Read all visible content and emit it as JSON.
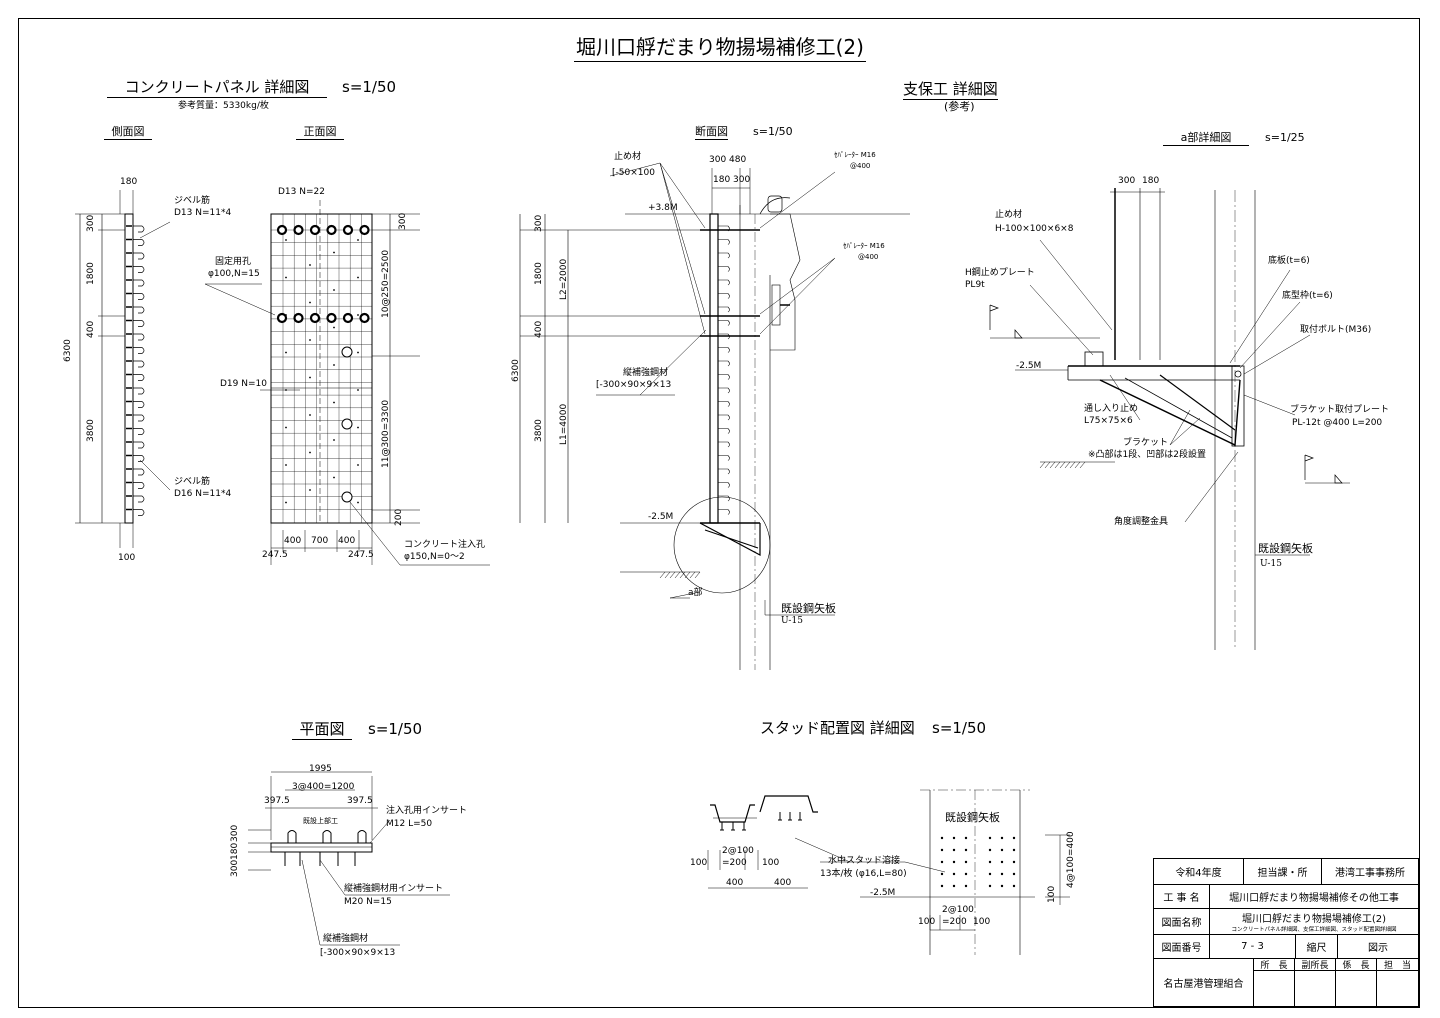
{
  "title": "堀川口艀だまり物揚場補修工(2)",
  "panel": {
    "heading": "コンクリートパネル 詳細図",
    "scale": "s=1/50",
    "mass": "参考質量：5330kg/枚",
    "side_view": "側面図",
    "front_view": "正面図",
    "labels": {
      "d180": "180",
      "d100": "100",
      "jibel_top": "ジベル筋",
      "jibel_top_spec": "D13 N=11*4",
      "jibel_bot": "ジベル筋",
      "jibel_bot_spec": "D16 N=11*4",
      "fix_hole": "固定用孔",
      "fix_hole_spec": "φ100,N=15",
      "d13": "D13 N=22",
      "d19": "D19 N=10",
      "inject": "コンクリート注入孔",
      "inject_spec": "φ150,N=0～2",
      "h6300": "6300",
      "h300": "300",
      "h1800": "1800",
      "h400": "400",
      "h3800": "3800",
      "r300": "300",
      "r2500": "10@250=2500",
      "r3300": "11@300=3300",
      "r200": "200",
      "b400a": "400",
      "b700": "700",
      "b400b": "400",
      "b247a": "247.5",
      "b247b": "247.5"
    }
  },
  "support": {
    "heading": "支保工 詳細図",
    "ref": "(参考)",
    "section": "断面図",
    "section_scale": "s=1/50",
    "labels": {
      "stopper": "止め材",
      "stopper_spec": "[-50×100",
      "d300": "300",
      "d480": "480",
      "d180": "180",
      "d300b": "300",
      "sep1": "ｾﾊﾟﾚｰﾀｰ M16",
      "sep1_pitch": "@400",
      "sep2": "ｾﾊﾟﾚｰﾀｰ M16",
      "sep2_pitch": "@400",
      "lvl_top": "+3.8M",
      "lvl_bot": "-2.5M",
      "rib": "縦補強鋼材",
      "rib_spec": "[-300×90×9×13",
      "h6300": "6300",
      "h300": "300",
      "h1800": "1800",
      "h400": "400",
      "h3800": "3800",
      "l2": "L2=2000",
      "l1": "L1=4000",
      "a_part": "a部",
      "sheet": "既設鋼矢板",
      "sheet_spec": "U-15"
    }
  },
  "a_detail": {
    "heading": "a部詳細図",
    "scale": "s=1/25",
    "labels": {
      "d300": "300",
      "d180": "180",
      "stopper": "止め材",
      "stopper_spec": "H-100×100×6×8",
      "hplate": "H鋼止めプレート",
      "hplate_spec": "PL9t",
      "bottom_plate": "底板(t=6)",
      "bottom_frame": "底型枠(t=6)",
      "bolt": "取付ボルト(M36)",
      "lvl": "-2.5M",
      "angle": "通し入り止め",
      "angle_spec": "L75×75×6",
      "bracket_plate": "ブラケット取付プレート",
      "bracket_plate_spec": "PL-12t @400 L=200",
      "bracket": "ブラケット",
      "bracket_note": "※凸部は1段、凹部は2段設置",
      "adjuster": "角度調整金具",
      "sheet": "既設鋼矢板",
      "sheet_spec": "U-15"
    }
  },
  "plan": {
    "heading": "平面図",
    "scale": "s=1/50",
    "labels": {
      "w1995": "1995",
      "w1200": "3@400=1200",
      "w397a": "397.5",
      "w397b": "397.5",
      "existing": "既設上部工",
      "insert1": "注入孔用インサート",
      "insert1_spec": "M12 L=50",
      "insert2": "縦補強鋼材用インサート",
      "insert2_spec": "M20 N=15",
      "rib": "縦補強鋼材",
      "rib_spec": "[-300×90×9×13",
      "v300a": "300",
      "v180": "180",
      "v300b": "300"
    }
  },
  "stud": {
    "heading": "スタッド配置図 詳細図",
    "scale": "s=1/50",
    "labels": {
      "p100a": "100",
      "p2at100": "2@100",
      "p200": "=200",
      "p100b": "100",
      "p400a": "400",
      "p400b": "400",
      "weld": "水中スタッド溶接",
      "weld_spec": "13本/枚 (φ16,L=80)",
      "lvl": "-2.5M",
      "sheet": "既設鋼矢板",
      "r400": "4@100=400",
      "r100": "100",
      "e100a": "100",
      "e2at100": "2@100",
      "e200": "=200",
      "e100b": "100"
    }
  },
  "title_block": {
    "year": "令和4年度",
    "dept_label": "担当課・所",
    "dept": "港湾工事事務所",
    "work_label": "工 事 名",
    "work": "堀川口艀だまり物揚場補修その他工事",
    "drawing_label": "図面名称",
    "drawing": "堀川口艀だまり物揚場補修工(2)",
    "drawing_sub": "コンクリートパネル詳細図、支保工詳細図、スタッド配置図詳細図",
    "number_label": "図面番号",
    "number": "7 - 3",
    "scale_label": "縮尺",
    "scale": "図示",
    "org": "名古屋港管理組合",
    "r1": "所　長",
    "r2": "副所長",
    "r3": "係　長",
    "r4": "担　当"
  }
}
